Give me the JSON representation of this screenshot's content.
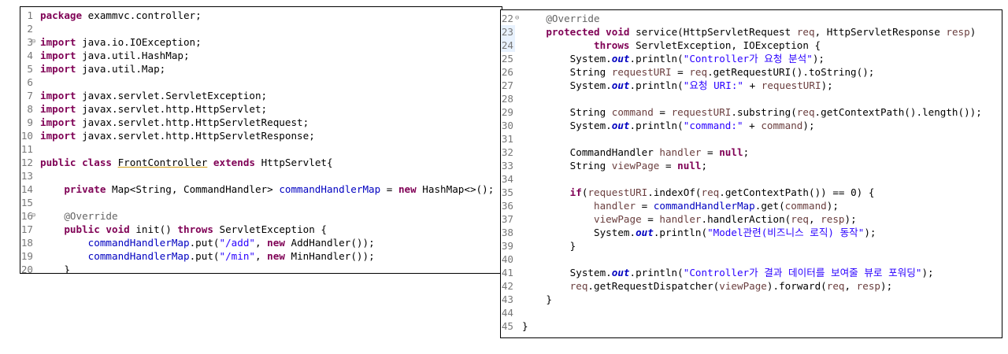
{
  "colors": {
    "keyword": "#7f0055",
    "string": "#2a00ff",
    "field": "#0000c0",
    "annotation": "#646464",
    "local_var": "#6a3e3e",
    "line_number": "#787878",
    "highlight_line_bg": "#e8f2fe"
  },
  "left_panel": {
    "lines": [
      {
        "n": "1",
        "fold": "",
        "tokens": [
          {
            "t": "k",
            "v": "package"
          },
          {
            "t": "p",
            "v": " exammvc.controller;"
          }
        ]
      },
      {
        "n": "2",
        "fold": "",
        "tokens": []
      },
      {
        "n": "3",
        "fold": "⊖",
        "tokens": [
          {
            "t": "k",
            "v": "import"
          },
          {
            "t": "p",
            "v": " java.io.IOException;"
          }
        ]
      },
      {
        "n": "4",
        "fold": "",
        "tokens": [
          {
            "t": "k",
            "v": "import"
          },
          {
            "t": "p",
            "v": " java.util.HashMap;"
          }
        ]
      },
      {
        "n": "5",
        "fold": "",
        "tokens": [
          {
            "t": "k",
            "v": "import"
          },
          {
            "t": "p",
            "v": " java.util.Map;"
          }
        ]
      },
      {
        "n": "6",
        "fold": "",
        "tokens": []
      },
      {
        "n": "7",
        "fold": "",
        "tokens": [
          {
            "t": "k",
            "v": "import"
          },
          {
            "t": "p",
            "v": " javax.servlet.ServletException;"
          }
        ]
      },
      {
        "n": "8",
        "fold": "",
        "tokens": [
          {
            "t": "k",
            "v": "import"
          },
          {
            "t": "p",
            "v": " javax.servlet.http.HttpServlet;"
          }
        ]
      },
      {
        "n": "9",
        "fold": "",
        "tokens": [
          {
            "t": "k",
            "v": "import"
          },
          {
            "t": "p",
            "v": " javax.servlet.http.HttpServletRequest;"
          }
        ]
      },
      {
        "n": "10",
        "fold": "",
        "tokens": [
          {
            "t": "k",
            "v": "import"
          },
          {
            "t": "p",
            "v": " javax.servlet.http.HttpServletResponse;"
          }
        ]
      },
      {
        "n": "11",
        "fold": "",
        "tokens": []
      },
      {
        "n": "12",
        "fold": "",
        "tokens": [
          {
            "t": "k",
            "v": "public class"
          },
          {
            "t": "p",
            "v": " "
          },
          {
            "t": "u",
            "v": "FrontController"
          },
          {
            "t": "p",
            "v": " "
          },
          {
            "t": "k",
            "v": "extends"
          },
          {
            "t": "p",
            "v": " HttpServlet{"
          }
        ]
      },
      {
        "n": "13",
        "fold": "",
        "tokens": []
      },
      {
        "n": "14",
        "fold": "",
        "tokens": [
          {
            "t": "p",
            "v": "    "
          },
          {
            "t": "k",
            "v": "private"
          },
          {
            "t": "p",
            "v": " Map<String, CommandHandler> "
          },
          {
            "t": "f",
            "v": "commandHandlerMap"
          },
          {
            "t": "p",
            "v": " = "
          },
          {
            "t": "k",
            "v": "new"
          },
          {
            "t": "p",
            "v": " HashMap<>();"
          }
        ]
      },
      {
        "n": "15",
        "fold": "",
        "tokens": []
      },
      {
        "n": "16",
        "fold": "⊖",
        "tokens": [
          {
            "t": "p",
            "v": "    "
          },
          {
            "t": "a",
            "v": "@Override"
          }
        ]
      },
      {
        "n": "17",
        "fold": "",
        "tokens": [
          {
            "t": "p",
            "v": "    "
          },
          {
            "t": "k",
            "v": "public void"
          },
          {
            "t": "p",
            "v": " init() "
          },
          {
            "t": "k",
            "v": "throws"
          },
          {
            "t": "p",
            "v": " ServletException {"
          }
        ]
      },
      {
        "n": "18",
        "fold": "",
        "tokens": [
          {
            "t": "p",
            "v": "        "
          },
          {
            "t": "f",
            "v": "commandHandlerMap"
          },
          {
            "t": "p",
            "v": ".put("
          },
          {
            "t": "s",
            "v": "\"/add\""
          },
          {
            "t": "p",
            "v": ", "
          },
          {
            "t": "k",
            "v": "new"
          },
          {
            "t": "p",
            "v": " AddHandler());"
          }
        ]
      },
      {
        "n": "19",
        "fold": "",
        "tokens": [
          {
            "t": "p",
            "v": "        "
          },
          {
            "t": "f",
            "v": "commandHandlerMap"
          },
          {
            "t": "p",
            "v": ".put("
          },
          {
            "t": "s",
            "v": "\"/min\""
          },
          {
            "t": "p",
            "v": ", "
          },
          {
            "t": "k",
            "v": "new"
          },
          {
            "t": "p",
            "v": " MinHandler());"
          }
        ]
      },
      {
        "n": "20",
        "fold": "",
        "tokens": [
          {
            "t": "p",
            "v": "    }"
          }
        ]
      }
    ]
  },
  "right_panel": {
    "lines": [
      {
        "n": "22",
        "fold": "⊖",
        "hl": false,
        "tokens": [
          {
            "t": "p",
            "v": "    "
          },
          {
            "t": "a",
            "v": "@Override"
          }
        ]
      },
      {
        "n": "23",
        "fold": "",
        "hl": true,
        "tokens": [
          {
            "t": "p",
            "v": "    "
          },
          {
            "t": "k",
            "v": "protected void"
          },
          {
            "t": "p",
            "v": " service(HttpServletRequest "
          },
          {
            "t": "lv",
            "v": "req"
          },
          {
            "t": "p",
            "v": ", HttpServletResponse "
          },
          {
            "t": "lv",
            "v": "resp"
          },
          {
            "t": "p",
            "v": ")"
          }
        ]
      },
      {
        "n": "24",
        "fold": "",
        "hl": true,
        "tokens": [
          {
            "t": "p",
            "v": "            "
          },
          {
            "t": "k",
            "v": "throws"
          },
          {
            "t": "p",
            "v": " ServletException, IOException {"
          }
        ]
      },
      {
        "n": "25",
        "fold": "",
        "hl": false,
        "tokens": [
          {
            "t": "p",
            "v": "        System."
          },
          {
            "t": "st",
            "v": "out"
          },
          {
            "t": "p",
            "v": ".println("
          },
          {
            "t": "s",
            "v": "\"Controller가 요청 분석\""
          },
          {
            "t": "p",
            "v": ");"
          }
        ]
      },
      {
        "n": "26",
        "fold": "",
        "hl": false,
        "tokens": [
          {
            "t": "p",
            "v": "        String "
          },
          {
            "t": "lv",
            "v": "requestURI"
          },
          {
            "t": "p",
            "v": " = "
          },
          {
            "t": "lv",
            "v": "req"
          },
          {
            "t": "p",
            "v": ".getRequestURI().toString();"
          }
        ]
      },
      {
        "n": "27",
        "fold": "",
        "hl": false,
        "tokens": [
          {
            "t": "p",
            "v": "        System."
          },
          {
            "t": "st",
            "v": "out"
          },
          {
            "t": "p",
            "v": ".println("
          },
          {
            "t": "s",
            "v": "\"요청 URI:\""
          },
          {
            "t": "p",
            "v": " + "
          },
          {
            "t": "lv",
            "v": "requestURI"
          },
          {
            "t": "p",
            "v": ");"
          }
        ]
      },
      {
        "n": "28",
        "fold": "",
        "hl": false,
        "tokens": []
      },
      {
        "n": "29",
        "fold": "",
        "hl": false,
        "tokens": [
          {
            "t": "p",
            "v": "        String "
          },
          {
            "t": "lv",
            "v": "command"
          },
          {
            "t": "p",
            "v": " = "
          },
          {
            "t": "lv",
            "v": "requestURI"
          },
          {
            "t": "p",
            "v": ".substring("
          },
          {
            "t": "lv",
            "v": "req"
          },
          {
            "t": "p",
            "v": ".getContextPath().length());"
          }
        ]
      },
      {
        "n": "30",
        "fold": "",
        "hl": false,
        "tokens": [
          {
            "t": "p",
            "v": "        System."
          },
          {
            "t": "st",
            "v": "out"
          },
          {
            "t": "p",
            "v": ".println("
          },
          {
            "t": "s",
            "v": "\"command:\""
          },
          {
            "t": "p",
            "v": " + "
          },
          {
            "t": "lv",
            "v": "command"
          },
          {
            "t": "p",
            "v": ");"
          }
        ]
      },
      {
        "n": "31",
        "fold": "",
        "hl": false,
        "tokens": []
      },
      {
        "n": "32",
        "fold": "",
        "hl": false,
        "tokens": [
          {
            "t": "p",
            "v": "        CommandHandler "
          },
          {
            "t": "lv",
            "v": "handler"
          },
          {
            "t": "p",
            "v": " = "
          },
          {
            "t": "k",
            "v": "null"
          },
          {
            "t": "p",
            "v": ";"
          }
        ]
      },
      {
        "n": "33",
        "fold": "",
        "hl": false,
        "tokens": [
          {
            "t": "p",
            "v": "        String "
          },
          {
            "t": "lv",
            "v": "viewPage"
          },
          {
            "t": "p",
            "v": " = "
          },
          {
            "t": "k",
            "v": "null"
          },
          {
            "t": "p",
            "v": ";"
          }
        ]
      },
      {
        "n": "34",
        "fold": "",
        "hl": false,
        "tokens": []
      },
      {
        "n": "35",
        "fold": "",
        "hl": false,
        "tokens": [
          {
            "t": "p",
            "v": "        "
          },
          {
            "t": "k",
            "v": "if"
          },
          {
            "t": "p",
            "v": "("
          },
          {
            "t": "lv",
            "v": "requestURI"
          },
          {
            "t": "p",
            "v": ".indexOf("
          },
          {
            "t": "lv",
            "v": "req"
          },
          {
            "t": "p",
            "v": ".getContextPath()) == 0) {"
          }
        ]
      },
      {
        "n": "36",
        "fold": "",
        "hl": false,
        "tokens": [
          {
            "t": "p",
            "v": "            "
          },
          {
            "t": "lv",
            "v": "handler"
          },
          {
            "t": "p",
            "v": " = "
          },
          {
            "t": "f",
            "v": "commandHandlerMap"
          },
          {
            "t": "p",
            "v": ".get("
          },
          {
            "t": "lv",
            "v": "command"
          },
          {
            "t": "p",
            "v": ");"
          }
        ]
      },
      {
        "n": "37",
        "fold": "",
        "hl": false,
        "tokens": [
          {
            "t": "p",
            "v": "            "
          },
          {
            "t": "lv",
            "v": "viewPage"
          },
          {
            "t": "p",
            "v": " = "
          },
          {
            "t": "lv",
            "v": "handler"
          },
          {
            "t": "p",
            "v": ".handlerAction("
          },
          {
            "t": "lv",
            "v": "req"
          },
          {
            "t": "p",
            "v": ", "
          },
          {
            "t": "lv",
            "v": "resp"
          },
          {
            "t": "p",
            "v": ");"
          }
        ]
      },
      {
        "n": "38",
        "fold": "",
        "hl": false,
        "tokens": [
          {
            "t": "p",
            "v": "            System."
          },
          {
            "t": "st",
            "v": "out"
          },
          {
            "t": "p",
            "v": ".println("
          },
          {
            "t": "s",
            "v": "\"Model관련(비즈니스 로직) 동작\""
          },
          {
            "t": "p",
            "v": ");"
          }
        ]
      },
      {
        "n": "39",
        "fold": "",
        "hl": false,
        "tokens": [
          {
            "t": "p",
            "v": "        }"
          }
        ]
      },
      {
        "n": "40",
        "fold": "",
        "hl": false,
        "tokens": []
      },
      {
        "n": "41",
        "fold": "",
        "hl": false,
        "tokens": [
          {
            "t": "p",
            "v": "        System."
          },
          {
            "t": "st",
            "v": "out"
          },
          {
            "t": "p",
            "v": ".println("
          },
          {
            "t": "s",
            "v": "\"Controller가 결과 데이터를 보여줄 뷰로 포워딩\""
          },
          {
            "t": "p",
            "v": ");"
          }
        ]
      },
      {
        "n": "42",
        "fold": "",
        "hl": false,
        "tokens": [
          {
            "t": "p",
            "v": "        "
          },
          {
            "t": "lv",
            "v": "req"
          },
          {
            "t": "p",
            "v": ".getRequestDispatcher("
          },
          {
            "t": "lv",
            "v": "viewPage"
          },
          {
            "t": "p",
            "v": ").forward("
          },
          {
            "t": "lv",
            "v": "req"
          },
          {
            "t": "p",
            "v": ", "
          },
          {
            "t": "lv",
            "v": "resp"
          },
          {
            "t": "p",
            "v": ");"
          }
        ]
      },
      {
        "n": "43",
        "fold": "",
        "hl": false,
        "tokens": [
          {
            "t": "p",
            "v": "    }"
          }
        ]
      },
      {
        "n": "44",
        "fold": "",
        "hl": false,
        "tokens": []
      },
      {
        "n": "45",
        "fold": "",
        "hl": false,
        "tokens": [
          {
            "t": "p",
            "v": "}"
          }
        ]
      }
    ]
  }
}
